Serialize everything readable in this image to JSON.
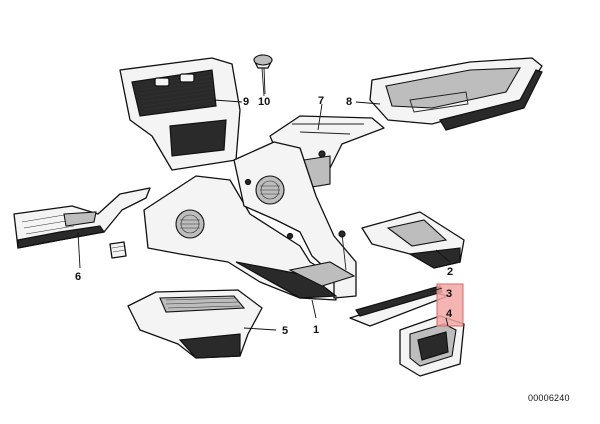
{
  "callouts": {
    "c1": "1",
    "c2": "2",
    "c3": "3",
    "c4": "4",
    "c5": "5",
    "c6": "6",
    "c7": "7",
    "c8": "8",
    "c9": "9",
    "c10": "10"
  },
  "highlighted_callouts": [
    "3",
    "4"
  ],
  "highlight_color": "#f2a7a4",
  "reference_number": "00006240"
}
